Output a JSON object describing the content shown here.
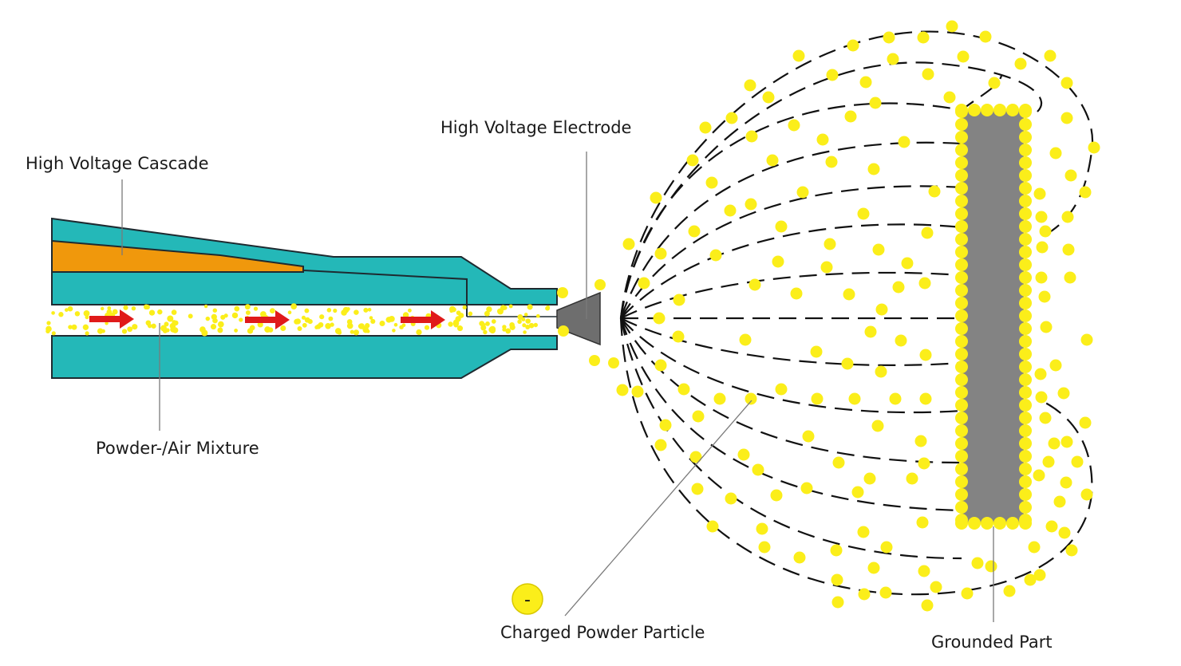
{
  "labels": {
    "cascade": "High Voltage Cascade",
    "electrode": "High Voltage Electrode",
    "mixture": "Powder-/Air Mixture",
    "particle": "Charged Powder Particle",
    "grounded": "Grounded Part"
  },
  "legend": {
    "particle_charge_symbol": "-"
  },
  "colors": {
    "gun_body": "#24b8b8",
    "cascade": "#f0980c",
    "electrode": "#6e6e6e",
    "particle": "#fbee1a",
    "arrow": "#e01a1a",
    "grounded_part": "#838383",
    "field_line": "#111111"
  }
}
